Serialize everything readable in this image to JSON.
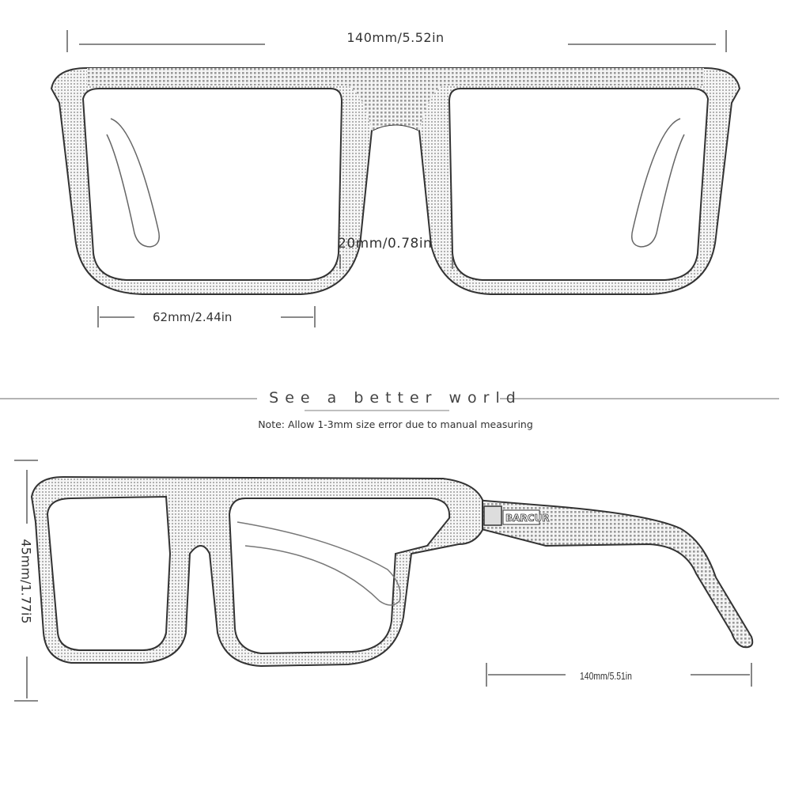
{
  "dimensions": {
    "total_width": "140mm/5.52in",
    "bridge_width": "20mm/0.78in",
    "lens_width": "62mm/2.44in",
    "lens_height": "45mm/1.77i5",
    "temple_length": "140mm/5.51in"
  },
  "tagline": "See a better world",
  "note": "Note: Allow 1-3mm size error due to manual measuring",
  "brand": "BARCUR",
  "colors": {
    "line": "#333333",
    "frame_fill": "#f2f2f2",
    "background": "#ffffff"
  }
}
